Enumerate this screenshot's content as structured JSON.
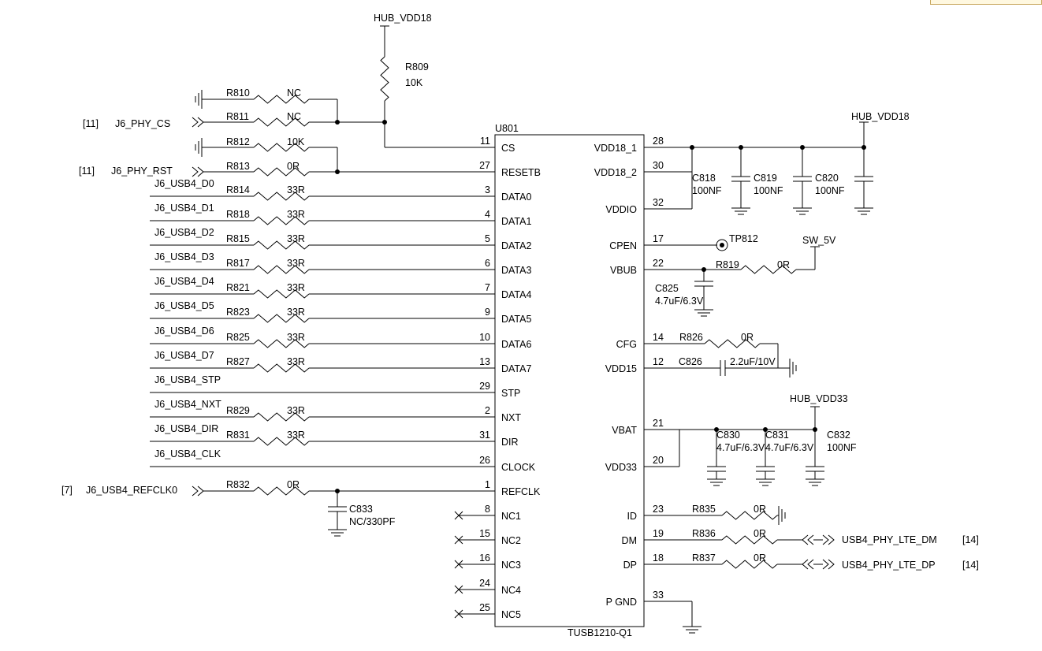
{
  "nets": {
    "hub_vdd18_top": "HUB_VDD18",
    "hub_vdd18_right": "HUB_VDD18",
    "hub_vdd33": "HUB_VDD33",
    "sw_5v": "SW_5V"
  },
  "offpage": {
    "phy_cs": {
      "ref": "[11]",
      "name": "J6_PHY_CS"
    },
    "phy_rst": {
      "ref": "[11]",
      "name": "J6_PHY_RST"
    },
    "refclk": {
      "ref": "[7]",
      "name": "J6_USB4_REFCLK0"
    },
    "dm": {
      "ref": "[14]",
      "name": "USB4_PHY_LTE_DM"
    },
    "dp": {
      "ref": "[14]",
      "name": "USB4_PHY_LTE_DP"
    }
  },
  "chip": {
    "ref": "U801",
    "part": "TUSB1210-Q1"
  },
  "left_pins": [
    {
      "num": "11",
      "name": "CS"
    },
    {
      "num": "27",
      "name": "RESETB"
    },
    {
      "num": "3",
      "name": "DATA0"
    },
    {
      "num": "4",
      "name": "DATA1"
    },
    {
      "num": "5",
      "name": "DATA2"
    },
    {
      "num": "6",
      "name": "DATA3"
    },
    {
      "num": "7",
      "name": "DATA4"
    },
    {
      "num": "9",
      "name": "DATA5"
    },
    {
      "num": "10",
      "name": "DATA6"
    },
    {
      "num": "13",
      "name": "DATA7"
    },
    {
      "num": "29",
      "name": "STP"
    },
    {
      "num": "2",
      "name": "NXT"
    },
    {
      "num": "31",
      "name": "DIR"
    },
    {
      "num": "26",
      "name": "CLOCK"
    },
    {
      "num": "1",
      "name": "REFCLK"
    },
    {
      "num": "8",
      "name": "NC1"
    },
    {
      "num": "15",
      "name": "NC2"
    },
    {
      "num": "16",
      "name": "NC3"
    },
    {
      "num": "24",
      "name": "NC4"
    },
    {
      "num": "25",
      "name": "NC5"
    }
  ],
  "right_pins": [
    {
      "num": "28",
      "name": "VDD18_1"
    },
    {
      "num": "30",
      "name": "VDD18_2"
    },
    {
      "num": "32",
      "name": "VDDIO"
    },
    {
      "num": "17",
      "name": "CPEN"
    },
    {
      "num": "22",
      "name": "VBUB"
    },
    {
      "num": "14",
      "name": "CFG"
    },
    {
      "num": "12",
      "name": "VDD15"
    },
    {
      "num": "21",
      "name": "VBAT"
    },
    {
      "num": "20",
      "name": "VDD33"
    },
    {
      "num": "23",
      "name": "ID"
    },
    {
      "num": "19",
      "name": "DM"
    },
    {
      "num": "18",
      "name": "DP"
    },
    {
      "num": "33",
      "name": "P GND"
    }
  ],
  "data_nets": [
    {
      "net": "J6_USB4_D0",
      "res": "R814",
      "val": "33R"
    },
    {
      "net": "J6_USB4_D1",
      "res": "R818",
      "val": "33R"
    },
    {
      "net": "J6_USB4_D2",
      "res": "R815",
      "val": "33R"
    },
    {
      "net": "J6_USB4_D3",
      "res": "R817",
      "val": "33R"
    },
    {
      "net": "J6_USB4_D4",
      "res": "R821",
      "val": "33R"
    },
    {
      "net": "J6_USB4_D5",
      "res": "R823",
      "val": "33R"
    },
    {
      "net": "J6_USB4_D6",
      "res": "R825",
      "val": "33R"
    },
    {
      "net": "J6_USB4_D7",
      "res": "R827",
      "val": "33R"
    },
    {
      "net": "J6_USB4_STP",
      "res": "",
      "val": ""
    },
    {
      "net": "J6_USB4_NXT",
      "res": "R829",
      "val": "33R"
    },
    {
      "net": "J6_USB4_DIR",
      "res": "R831",
      "val": "33R"
    },
    {
      "net": "J6_USB4_CLK",
      "res": "",
      "val": ""
    }
  ],
  "parts": {
    "r809": {
      "ref": "R809",
      "val": "10K"
    },
    "r810": {
      "ref": "R810",
      "val": "NC"
    },
    "r811": {
      "ref": "R811",
      "val": "NC"
    },
    "r812": {
      "ref": "R812",
      "val": "10K"
    },
    "r813": {
      "ref": "R813",
      "val": "0R"
    },
    "r832": {
      "ref": "R832",
      "val": "0R"
    },
    "c833": {
      "ref": "C833",
      "val": "NC/330PF"
    },
    "c818": {
      "ref": "C818",
      "val": "100NF"
    },
    "c819": {
      "ref": "C819",
      "val": "100NF"
    },
    "c820": {
      "ref": "C820",
      "val": "100NF"
    },
    "tp812": {
      "ref": "TP812"
    },
    "r819": {
      "ref": "R819",
      "val": "0R"
    },
    "c825": {
      "ref": "C825",
      "val": "4.7uF/6.3V"
    },
    "r826": {
      "ref": "R826",
      "val": "0R"
    },
    "c826": {
      "ref": "C826",
      "val": "2.2uF/10V"
    },
    "c830": {
      "ref": "C830",
      "val": "4.7uF/6.3V"
    },
    "c831": {
      "ref": "C831",
      "val": "4.7uF/6.3V"
    },
    "c832": {
      "ref": "C832",
      "val": "100NF"
    },
    "r835": {
      "ref": "R835",
      "val": "0R"
    },
    "r836": {
      "ref": "R836",
      "val": "0R"
    },
    "r837": {
      "ref": "R837",
      "val": "0R"
    }
  }
}
